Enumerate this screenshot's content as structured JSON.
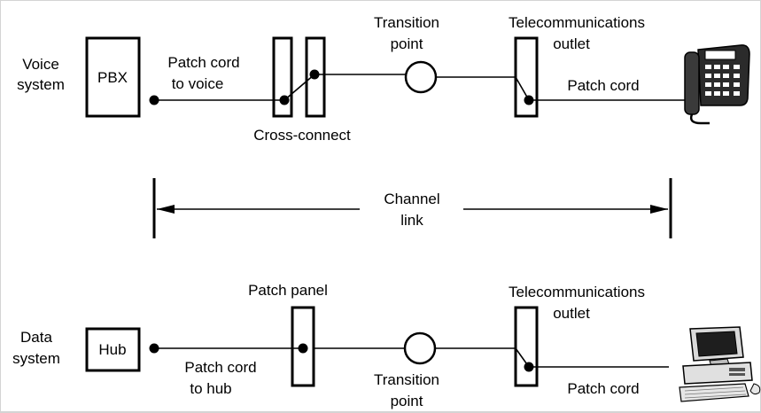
{
  "colors": {
    "background": "#ffffff",
    "frame": "#d4d4d4",
    "line": "#000000"
  },
  "voice": {
    "system_label_line1": "Voice",
    "system_label_line2": "system",
    "device": "PBX",
    "patch_cord_line1": "Patch cord",
    "patch_cord_line2": "to voice",
    "cross_connect": "Cross-connect",
    "transition_line1": "Transition",
    "transition_line2": "point",
    "outlet_line1": "Telecommunications",
    "outlet_line2": "outlet",
    "end_patch_cord": "Patch cord",
    "end_device_icon": "telephone-icon"
  },
  "channel": {
    "label_line1": "Channel",
    "label_line2": "link"
  },
  "data": {
    "system_label_line1": "Data",
    "system_label_line2": "system",
    "device": "Hub",
    "patch_panel": "Patch panel",
    "patch_cord_line1": "Patch cord",
    "patch_cord_line2": "to hub",
    "transition_line1": "Transition",
    "transition_line2": "point",
    "outlet_line1": "Telecommunications",
    "outlet_line2": "outlet",
    "end_patch_cord": "Patch cord",
    "end_device_icon": "computer-icon"
  }
}
